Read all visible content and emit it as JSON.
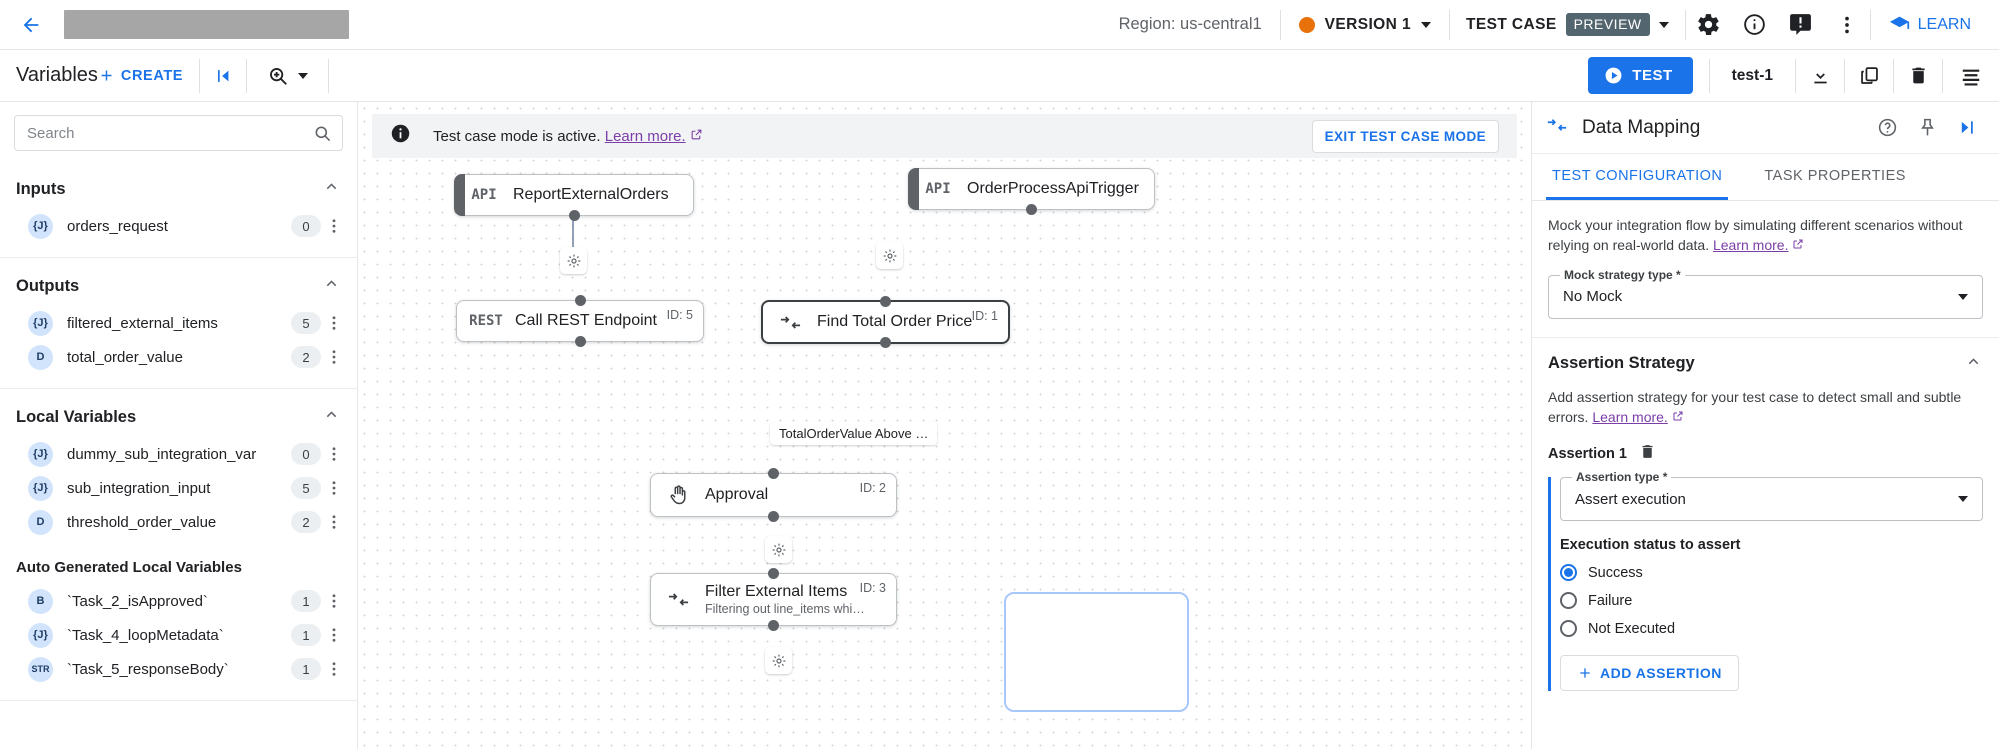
{
  "topbar": {
    "back_icon": "back-arrow-icon",
    "region": "Region: us-central1",
    "version_label": "VERSION 1",
    "version_dot_color": "#e8710a",
    "testcase_label": "TEST CASE",
    "preview_badge": "PREVIEW",
    "icons": [
      "gear-icon",
      "info-icon",
      "feedback-icon",
      "more-vert-icon"
    ],
    "learn_label": "LEARN"
  },
  "toolbar2": {
    "variables_title": "Variables",
    "create_label": "CREATE",
    "collapse_icon": "collapse-panel-icon",
    "zoom_icon": "zoom-icon",
    "test_label": "TEST",
    "test_name": "test-1",
    "icons": [
      "download-icon",
      "copy-icon",
      "delete-icon",
      "list-icon"
    ]
  },
  "sidebar": {
    "search_placeholder": "Search",
    "search_value": "",
    "sections": [
      {
        "title": "Inputs",
        "items": [
          {
            "type": "{J}",
            "name": "orders_request",
            "count": "0"
          }
        ]
      },
      {
        "title": "Outputs",
        "items": [
          {
            "type": "{J}",
            "name": "filtered_external_items",
            "count": "5"
          },
          {
            "type": "D",
            "name": "total_order_value",
            "count": "2"
          }
        ]
      },
      {
        "title": "Local Variables",
        "items": [
          {
            "type": "{J}",
            "name": "dummy_sub_integration_var",
            "count": "0"
          },
          {
            "type": "{J}",
            "name": "sub_integration_input",
            "count": "5"
          },
          {
            "type": "D",
            "name": "threshold_order_value",
            "count": "2"
          }
        ],
        "subhead": "Auto Generated Local Variables",
        "sub_items": [
          {
            "type": "B",
            "name": "`Task_2_isApproved`",
            "count": "1"
          },
          {
            "type": "{J}",
            "name": "`Task_4_loopMetadata`",
            "count": "1"
          },
          {
            "type": "STR",
            "name": "`Task_5_responseBody`",
            "count": "1"
          }
        ]
      }
    ]
  },
  "canvas": {
    "banner_text": "Test case mode is active.",
    "banner_link": "Learn more.",
    "exit_label": "EXIT TEST CASE MODE",
    "nodes": [
      {
        "type": "API",
        "title": "ReportExternalOrders",
        "sub": "",
        "id": ""
      },
      {
        "type": "API",
        "title": "OrderProcessApiTrigger",
        "sub": "",
        "id": ""
      },
      {
        "type": "REST",
        "title": "Call REST Endpoint",
        "sub": "",
        "id": "ID: 5"
      },
      {
        "type": "",
        "title": "Find Total Order Price",
        "sub": "",
        "id": "ID: 1"
      },
      {
        "type": "",
        "title": "Approval",
        "sub": "",
        "id": "ID: 2"
      },
      {
        "type": "",
        "title": "Filter External Items",
        "sub": "Filtering out line_items whi…",
        "id": "ID: 3"
      }
    ],
    "edge_label": "TotalOrderValue Above …"
  },
  "right_panel": {
    "title": "Data Mapping",
    "header_icons": [
      "help-icon",
      "pin-icon",
      "collapse-right-icon"
    ],
    "tabs": [
      {
        "label": "TEST CONFIGURATION",
        "active": true
      },
      {
        "label": "TASK PROPERTIES",
        "active": false
      }
    ],
    "mock_desc": "Mock your integration flow by simulating different scenarios without relying on real-world data.",
    "mock_link": "Learn more.",
    "mock_field_label": "Mock strategy type *",
    "mock_field_value": "No Mock",
    "assertion_section_title": "Assertion Strategy",
    "assertion_desc": "Add assertion strategy for your test case to detect small and subtle errors.",
    "assertion_link": "Learn more.",
    "assertion_name": "Assertion 1",
    "assertion_type_label": "Assertion type *",
    "assertion_type_value": "Assert execution",
    "exec_status_label": "Execution status to assert",
    "radios": [
      {
        "label": "Success",
        "selected": true
      },
      {
        "label": "Failure",
        "selected": false
      },
      {
        "label": "Not Executed",
        "selected": false
      }
    ],
    "add_assertion_label": "ADD ASSERTION"
  }
}
